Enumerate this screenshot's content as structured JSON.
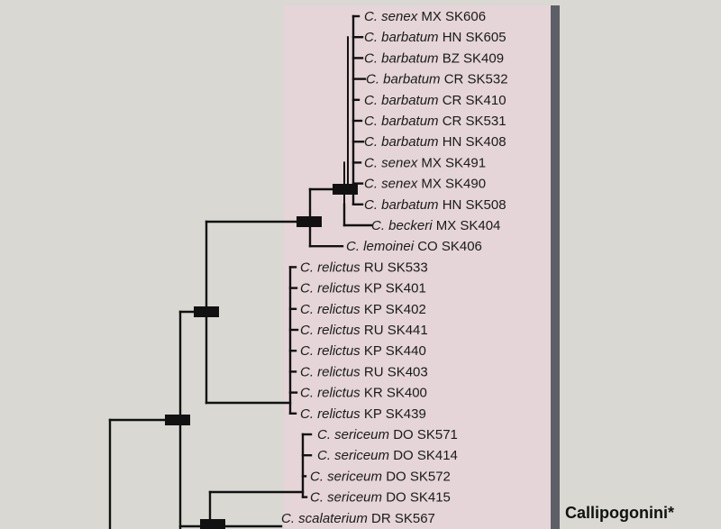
{
  "taxa": [
    {
      "genus": "C.",
      "species": "senex",
      "loc": "MX SK606"
    },
    {
      "genus": "C.",
      "species": "barbatum",
      "loc": "HN SK605"
    },
    {
      "genus": "C.",
      "species": "barbatum",
      "loc": "BZ SK409"
    },
    {
      "genus": "C.",
      "species": "barbatum",
      "loc": "CR SK532"
    },
    {
      "genus": "C.",
      "species": "barbatum",
      "loc": "CR SK410"
    },
    {
      "genus": "C.",
      "species": "barbatum",
      "loc": "CR SK531"
    },
    {
      "genus": "C.",
      "species": "barbatum",
      "loc": "HN SK408"
    },
    {
      "genus": "C.",
      "species": "senex",
      "loc": "MX SK491"
    },
    {
      "genus": "C.",
      "species": "senex",
      "loc": "MX SK490"
    },
    {
      "genus": "C.",
      "species": "barbatum",
      "loc": "HN SK508"
    },
    {
      "genus": "C.",
      "species": "beckeri",
      "loc": "MX SK404"
    },
    {
      "genus": "C.",
      "species": "lemoinei",
      "loc": "CO SK406"
    },
    {
      "genus": "C.",
      "species": "relictus",
      "loc": "RU SK533"
    },
    {
      "genus": "C.",
      "species": "relictus",
      "loc": "KP SK401"
    },
    {
      "genus": "C.",
      "species": "relictus",
      "loc": "KP SK402"
    },
    {
      "genus": "C.",
      "species": "relictus",
      "loc": "RU SK441"
    },
    {
      "genus": "C.",
      "species": "relictus",
      "loc": "KP SK440"
    },
    {
      "genus": "C.",
      "species": "relictus",
      "loc": "RU SK403"
    },
    {
      "genus": "C.",
      "species": "relictus",
      "loc": "KR SK400"
    },
    {
      "genus": "C.",
      "species": "relictus",
      "loc": "KP SK439"
    },
    {
      "genus": "C.",
      "species": "sericeum",
      "loc": "DO SK571"
    },
    {
      "genus": "C.",
      "species": "sericeum",
      "loc": "DO SK414"
    },
    {
      "genus": "C.",
      "species": "sericeum",
      "loc": "DO SK572"
    },
    {
      "genus": "C.",
      "species": "sericeum",
      "loc": "DO SK415"
    },
    {
      "genus": "C.",
      "species": "scalaterium",
      "loc": "DR SK567"
    }
  ],
  "clade": {
    "label": "Callipogonini*",
    "shade_color": "#e5d5d8",
    "bar_color": "#5c6066"
  },
  "colors": {
    "background": "#d9d8d2",
    "branch": "#111111",
    "node_marker": "#111111"
  }
}
